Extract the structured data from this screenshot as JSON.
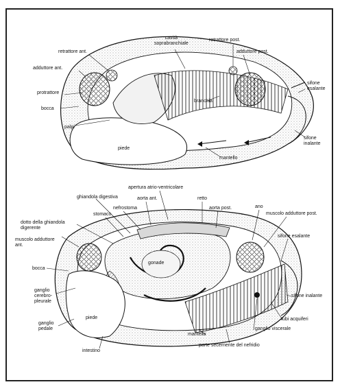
{
  "top_labels": {
    "cavita": "cavità\nsoprabranchiale",
    "retrattore_post": "retrattore post.",
    "retrattore_ant": "retrattore ant.",
    "adduttore_post": "adduttore post.",
    "adduttore_ant": "adduttore ant.",
    "protrattore": "protrattore",
    "bocca": "bocca",
    "palpi": "palpi",
    "branchia": "branchia",
    "sifone_esalante": "sifone\nesalante",
    "sifone_inalante": "sifone\ninalante",
    "piede": "piede",
    "mantello": "mantello"
  },
  "bottom_labels": {
    "apertura": "apertura atrio-ventricolare",
    "ghiandola": "ghiandola digestiva",
    "aorta_ant": "aorta ant.",
    "retto": "retto",
    "stomaco": "stomaco",
    "nefrostoma": "nefrostoma",
    "aorta_post": "aorta post.",
    "ano": "ano",
    "dotto": "dotto della ghiandola\ndigerente",
    "muscolo_add_post": "muscolo adduttore post.",
    "muscolo_add_ant": "muscolo adduttore\nant.",
    "sifone_esalante": "sifone esalante",
    "gonade": "gonade",
    "bocca": "bocca",
    "ganglio_cerebro": "ganglio\ncerebro-\npleurale",
    "sifone_inalante": "sifone inalante",
    "ganglio_pedale": "ganglio\npedale",
    "piede": "piede",
    "tubi": "tubi acquiferi",
    "ganglio_viscerale": "ganglio viscerale",
    "mantello": "mantello",
    "intestino": "intestino",
    "parte": "parte secernente del nefridio"
  }
}
